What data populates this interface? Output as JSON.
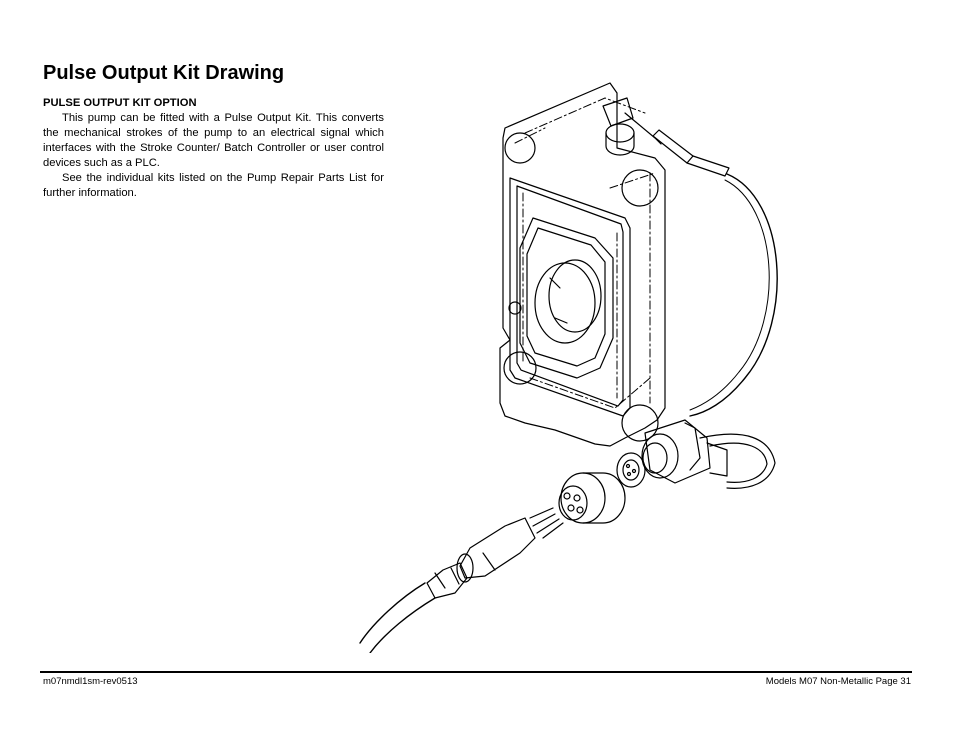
{
  "page": {
    "title": "Pulse Output Kit Drawing"
  },
  "section": {
    "heading": "PULSE OUTPUT KIT OPTION",
    "paragraphs": [
      "This pump can be fitted with a Pulse Output Kit. This converts the mechanical strokes of the pump to an electrical signal which interfaces with the Stroke Counter/ Batch Controller or user control devices such as a PLC.",
      "See the individual kits listed on the Pump Repair Parts List for further information."
    ]
  },
  "footer": {
    "doc_code": "m07nmdl1sm-rev0513",
    "page_label": "Models M07 Non-Metallic Page 31"
  },
  "drawing": {
    "line_color": "#000000"
  }
}
